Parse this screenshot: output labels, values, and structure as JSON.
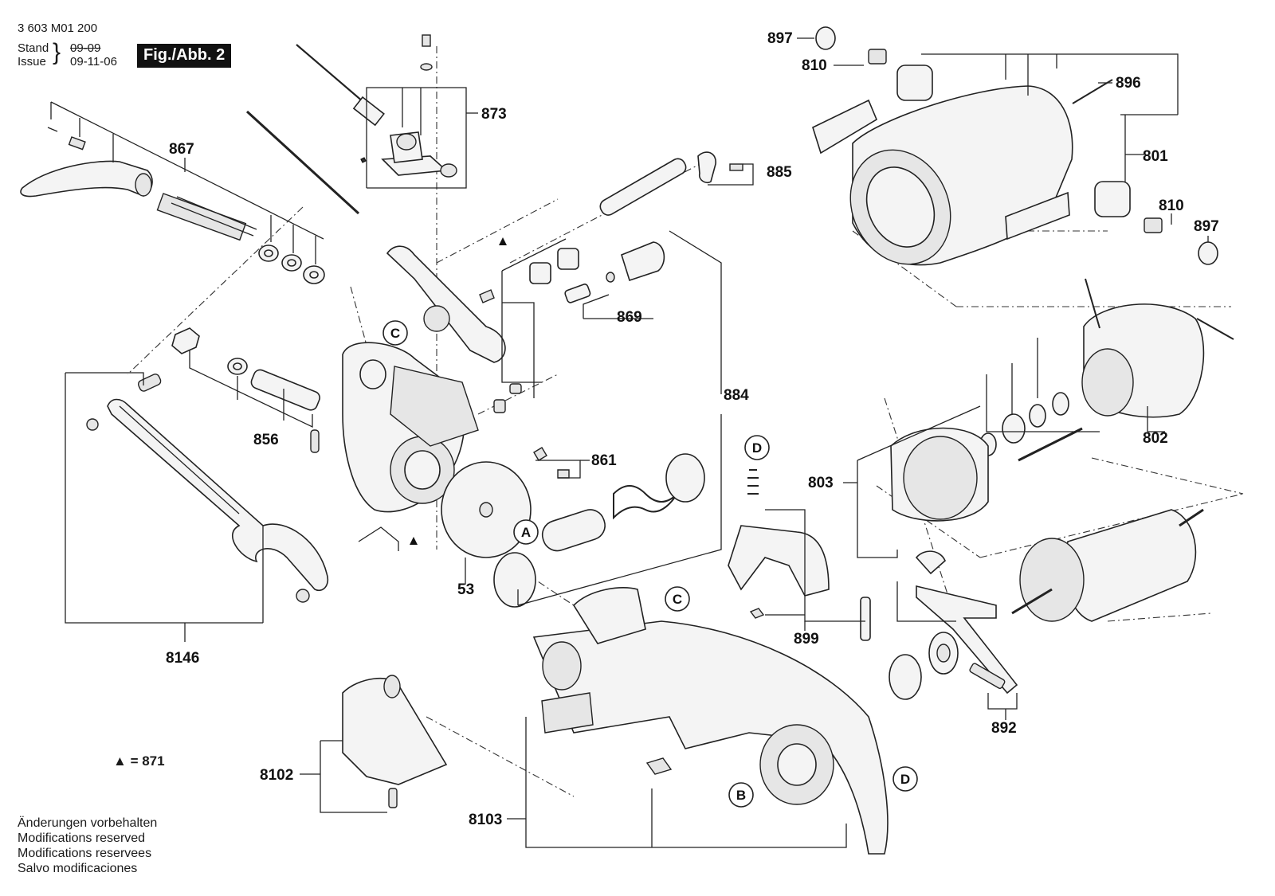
{
  "header": {
    "doc_number": "3 603 M01 200",
    "stand_label": "Stand",
    "stand_value": "09-09",
    "issue_label": "Issue",
    "issue_value": "09-11-06",
    "figure_label": "Fig./Abb. 2"
  },
  "legend": {
    "symbol": "▲",
    "text": "= 871"
  },
  "notes": [
    "Änderungen vorbehalten",
    "Modifications reserved",
    "Modifications reservees",
    "Salvo modificaciones"
  ],
  "part_numbers": {
    "p897a": "897",
    "p810a": "810",
    "p896": "896",
    "p801": "801",
    "p810b": "810",
    "p897b": "897",
    "p873": "873",
    "p867": "867",
    "p885": "885",
    "p869": "869",
    "p884": "884",
    "p856": "856",
    "p861": "861",
    "p53": "53",
    "p8146": "8146",
    "p802": "802",
    "p803": "803",
    "p899": "899",
    "p892": "892",
    "p8102": "8102",
    "p8103": "8103"
  },
  "reference_markers": {
    "c1": "C",
    "c2": "C",
    "a": "A",
    "b": "B",
    "d1": "D",
    "d2": "D"
  }
}
